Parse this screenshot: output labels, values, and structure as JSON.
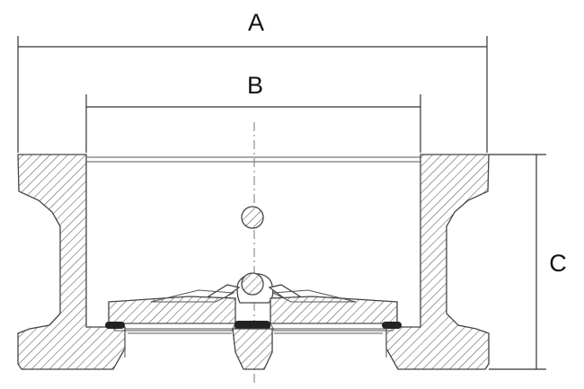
{
  "dimensions": {
    "a_label": "A",
    "b_label": "B",
    "c_label": "C"
  },
  "colors": {
    "line": "#333333",
    "hatch": "#555555",
    "seal": "#222222",
    "background": "#ffffff"
  }
}
